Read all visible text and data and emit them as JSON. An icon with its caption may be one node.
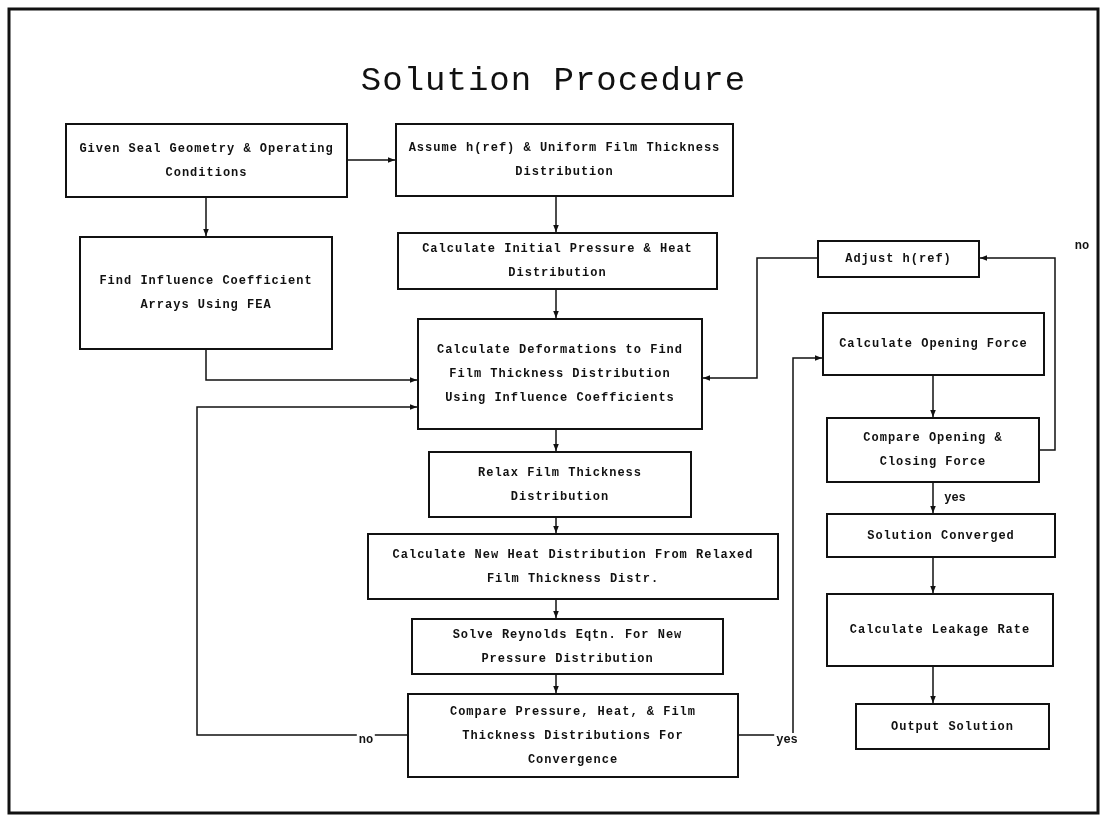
{
  "diagram": {
    "title": "Solution Procedure",
    "nodes": [
      {
        "text": [
          "Given Seal Geometry & Operating Conditions"
        ]
      },
      {
        "text": [
          "Assume h(ref) & Uniform Film Thickness Distribution"
        ]
      },
      {
        "text": [
          "Find Influence Coefficient Arrays Using FEA"
        ]
      },
      {
        "text": [
          "Calculate Initial Pressure & Heat Distribution"
        ]
      },
      {
        "text": [
          "Calculate Deformations to Find Film Thickness Distribution Using Influence Coefficients"
        ]
      },
      {
        "text": [
          "Relax Film Thickness Distribution"
        ]
      },
      {
        "text": [
          "Calculate New Heat Distribution From Relaxed Film Thickness Distr."
        ]
      },
      {
        "text": [
          "Solve Reynolds Eqtn. For New Pressure Distribution"
        ]
      },
      {
        "text": [
          "Compare Pressure, Heat, & Film Thickness Distributions For Convergence"
        ]
      },
      {
        "text": [
          "Adjust h(ref)"
        ]
      },
      {
        "text": [
          "Calculate Opening Force"
        ]
      },
      {
        "text": [
          "Compare Opening & Closing Force"
        ]
      },
      {
        "text": [
          "Solution Converged"
        ]
      },
      {
        "text": [
          "Calculate Leakage Rate"
        ]
      },
      {
        "text": [
          "Output Solution"
        ]
      }
    ],
    "edges": [
      {
        "from": 0,
        "to": 1,
        "arrow": "to"
      },
      {
        "from": 0,
        "to": 2,
        "arrow": "to"
      },
      {
        "from": 1,
        "to": 3,
        "arrow": "to"
      },
      {
        "from": 3,
        "to": 4,
        "arrow": "to"
      },
      {
        "from": 2,
        "to": 4,
        "arrow": "to"
      },
      {
        "from": 8,
        "to": 4,
        "arrow": "to",
        "label": "no"
      },
      {
        "from": 4,
        "to": 5,
        "arrow": "to"
      },
      {
        "from": 5,
        "to": 6,
        "arrow": "to"
      },
      {
        "from": 6,
        "to": 7,
        "arrow": "to"
      },
      {
        "from": 7,
        "to": 8,
        "arrow": "to"
      },
      {
        "from": 8,
        "to": 10,
        "arrow": "to",
        "label": "yes"
      },
      {
        "from": 10,
        "to": 11,
        "arrow": "to"
      },
      {
        "from": 11,
        "to": 9,
        "arrow": "to",
        "label": "no"
      },
      {
        "from": 9,
        "to": 4,
        "arrow": "to"
      },
      {
        "from": 11,
        "to": 12,
        "arrow": "to",
        "label": "yes"
      },
      {
        "from": 12,
        "to": 13,
        "arrow": "to"
      },
      {
        "from": 13,
        "to": 14,
        "arrow": "to"
      }
    ]
  }
}
